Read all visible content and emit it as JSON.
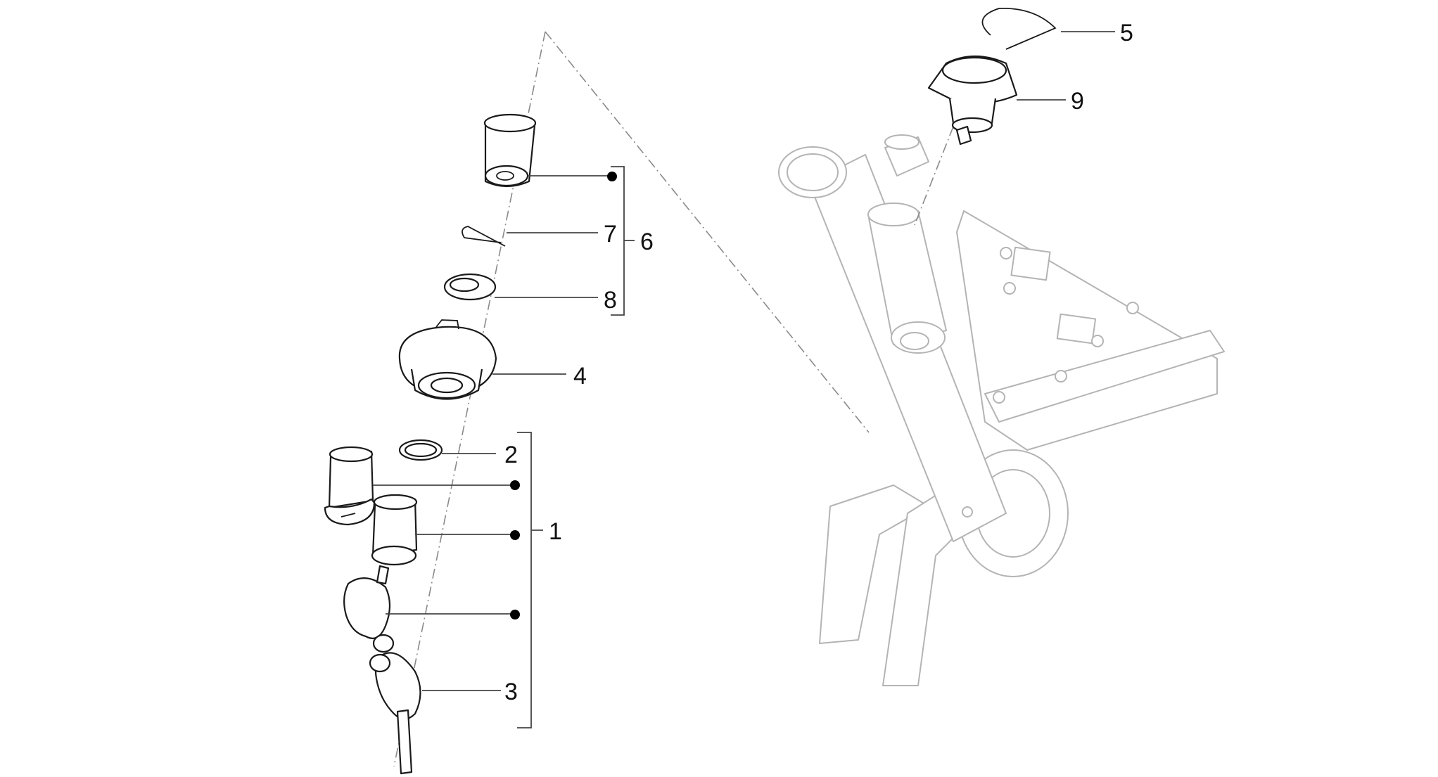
{
  "callouts": [
    {
      "id": "1",
      "label": "1"
    },
    {
      "id": "2",
      "label": "2"
    },
    {
      "id": "3",
      "label": "3"
    },
    {
      "id": "4",
      "label": "4"
    },
    {
      "id": "5",
      "label": "5"
    },
    {
      "id": "6",
      "label": "6"
    },
    {
      "id": "7",
      "label": "7"
    },
    {
      "id": "8",
      "label": "8"
    },
    {
      "id": "9",
      "label": "9"
    }
  ],
  "colors": {
    "part_stroke": "#1a1a1a",
    "ghost_stroke": "#b4b4b4",
    "leader": "#444444",
    "background": "#ffffff"
  }
}
